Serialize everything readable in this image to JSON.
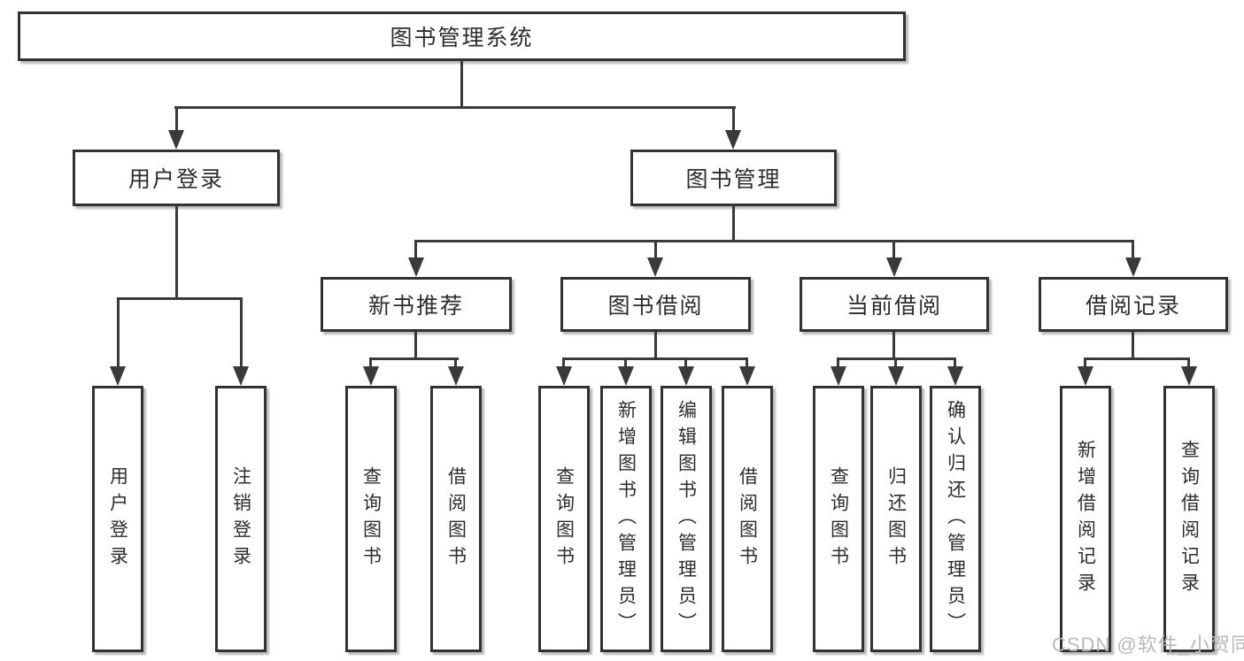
{
  "colors": {
    "background": "#ffffff",
    "line": "#3a3a3a",
    "box_border": "#323232",
    "text": "#2d2d2d",
    "watermark": "#b9b9b9"
  },
  "nodes": {
    "root": {
      "label": "图书管理系统"
    },
    "level2": [
      {
        "label": "用户登录",
        "parent": "图书管理系统"
      },
      {
        "label": "图书管理",
        "parent": "图书管理系统"
      }
    ],
    "level3": [
      {
        "label": "新书推荐",
        "parent": "图书管理"
      },
      {
        "label": "图书借阅",
        "parent": "图书管理"
      },
      {
        "label": "当前借阅",
        "parent": "图书管理"
      },
      {
        "label": "借阅记录",
        "parent": "图书管理"
      }
    ],
    "leaves": [
      {
        "label": "用户登录",
        "parent": "用户登录"
      },
      {
        "label": "注销登录",
        "parent": "用户登录"
      },
      {
        "label": "查询图书",
        "parent": "新书推荐"
      },
      {
        "label": "借阅图书",
        "parent": "新书推荐"
      },
      {
        "label": "查询图书",
        "parent": "图书借阅"
      },
      {
        "label": "新增图书（管理员）",
        "parent": "图书借阅"
      },
      {
        "label": "编辑图书（管理员）",
        "parent": "图书借阅"
      },
      {
        "label": "借阅图书",
        "parent": "图书借阅"
      },
      {
        "label": "查询图书",
        "parent": "当前借阅"
      },
      {
        "label": "归还图书",
        "parent": "当前借阅"
      },
      {
        "label": "确认归还（管理员）",
        "parent": "当前借阅"
      },
      {
        "label": "新增借阅记录",
        "parent": "借阅记录"
      },
      {
        "label": "查询借阅记录",
        "parent": "借阅记录"
      }
    ]
  },
  "watermark": {
    "text": "CSDN @软件_小贺同学"
  }
}
